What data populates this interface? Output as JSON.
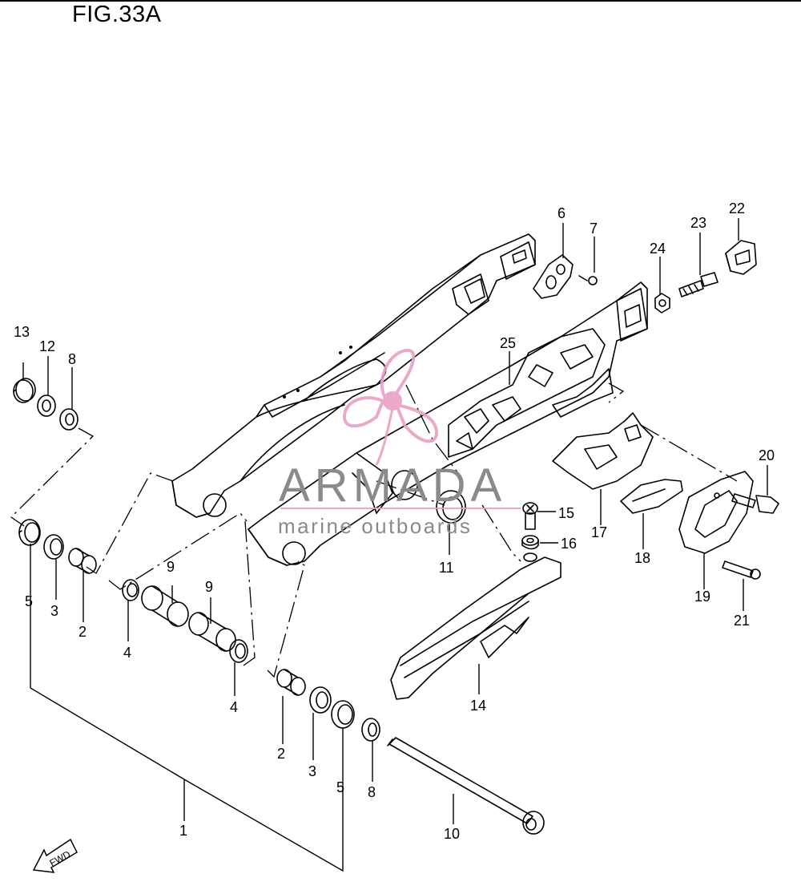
{
  "figure": {
    "title": "FIG.33A"
  },
  "watermark": {
    "brand": "ARMADA",
    "tagline": "marine outboards",
    "accent": "#e8a0c4",
    "text_color": "#8a8a8a"
  },
  "fwd_label": "FWD",
  "callouts": [
    {
      "id": "c13a",
      "label": "13"
    },
    {
      "id": "c12a",
      "label": "12"
    },
    {
      "id": "c8a",
      "label": "8"
    },
    {
      "id": "c5a",
      "label": "5"
    },
    {
      "id": "c3a",
      "label": "3"
    },
    {
      "id": "c2a",
      "label": "2"
    },
    {
      "id": "c4a",
      "label": "4"
    },
    {
      "id": "c9a",
      "label": "9"
    },
    {
      "id": "c9b",
      "label": "9"
    },
    {
      "id": "c4b",
      "label": "4"
    },
    {
      "id": "c2b",
      "label": "2"
    },
    {
      "id": "c3b",
      "label": "3"
    },
    {
      "id": "c5b",
      "label": "5"
    },
    {
      "id": "c8b",
      "label": "8"
    },
    {
      "id": "c1",
      "label": "1"
    },
    {
      "id": "c10",
      "label": "10"
    },
    {
      "id": "c6",
      "label": "6"
    },
    {
      "id": "c7",
      "label": "7"
    },
    {
      "id": "c24",
      "label": "24"
    },
    {
      "id": "c23",
      "label": "23"
    },
    {
      "id": "c22",
      "label": "22"
    },
    {
      "id": "c25",
      "label": "25"
    },
    {
      "id": "c20",
      "label": "20"
    },
    {
      "id": "c15",
      "label": "15"
    },
    {
      "id": "c16",
      "label": "16"
    },
    {
      "id": "c11",
      "label": "11"
    },
    {
      "id": "c17",
      "label": "17"
    },
    {
      "id": "c18",
      "label": "18"
    },
    {
      "id": "c19",
      "label": "19"
    },
    {
      "id": "c21",
      "label": "21"
    },
    {
      "id": "c14",
      "label": "14"
    }
  ]
}
